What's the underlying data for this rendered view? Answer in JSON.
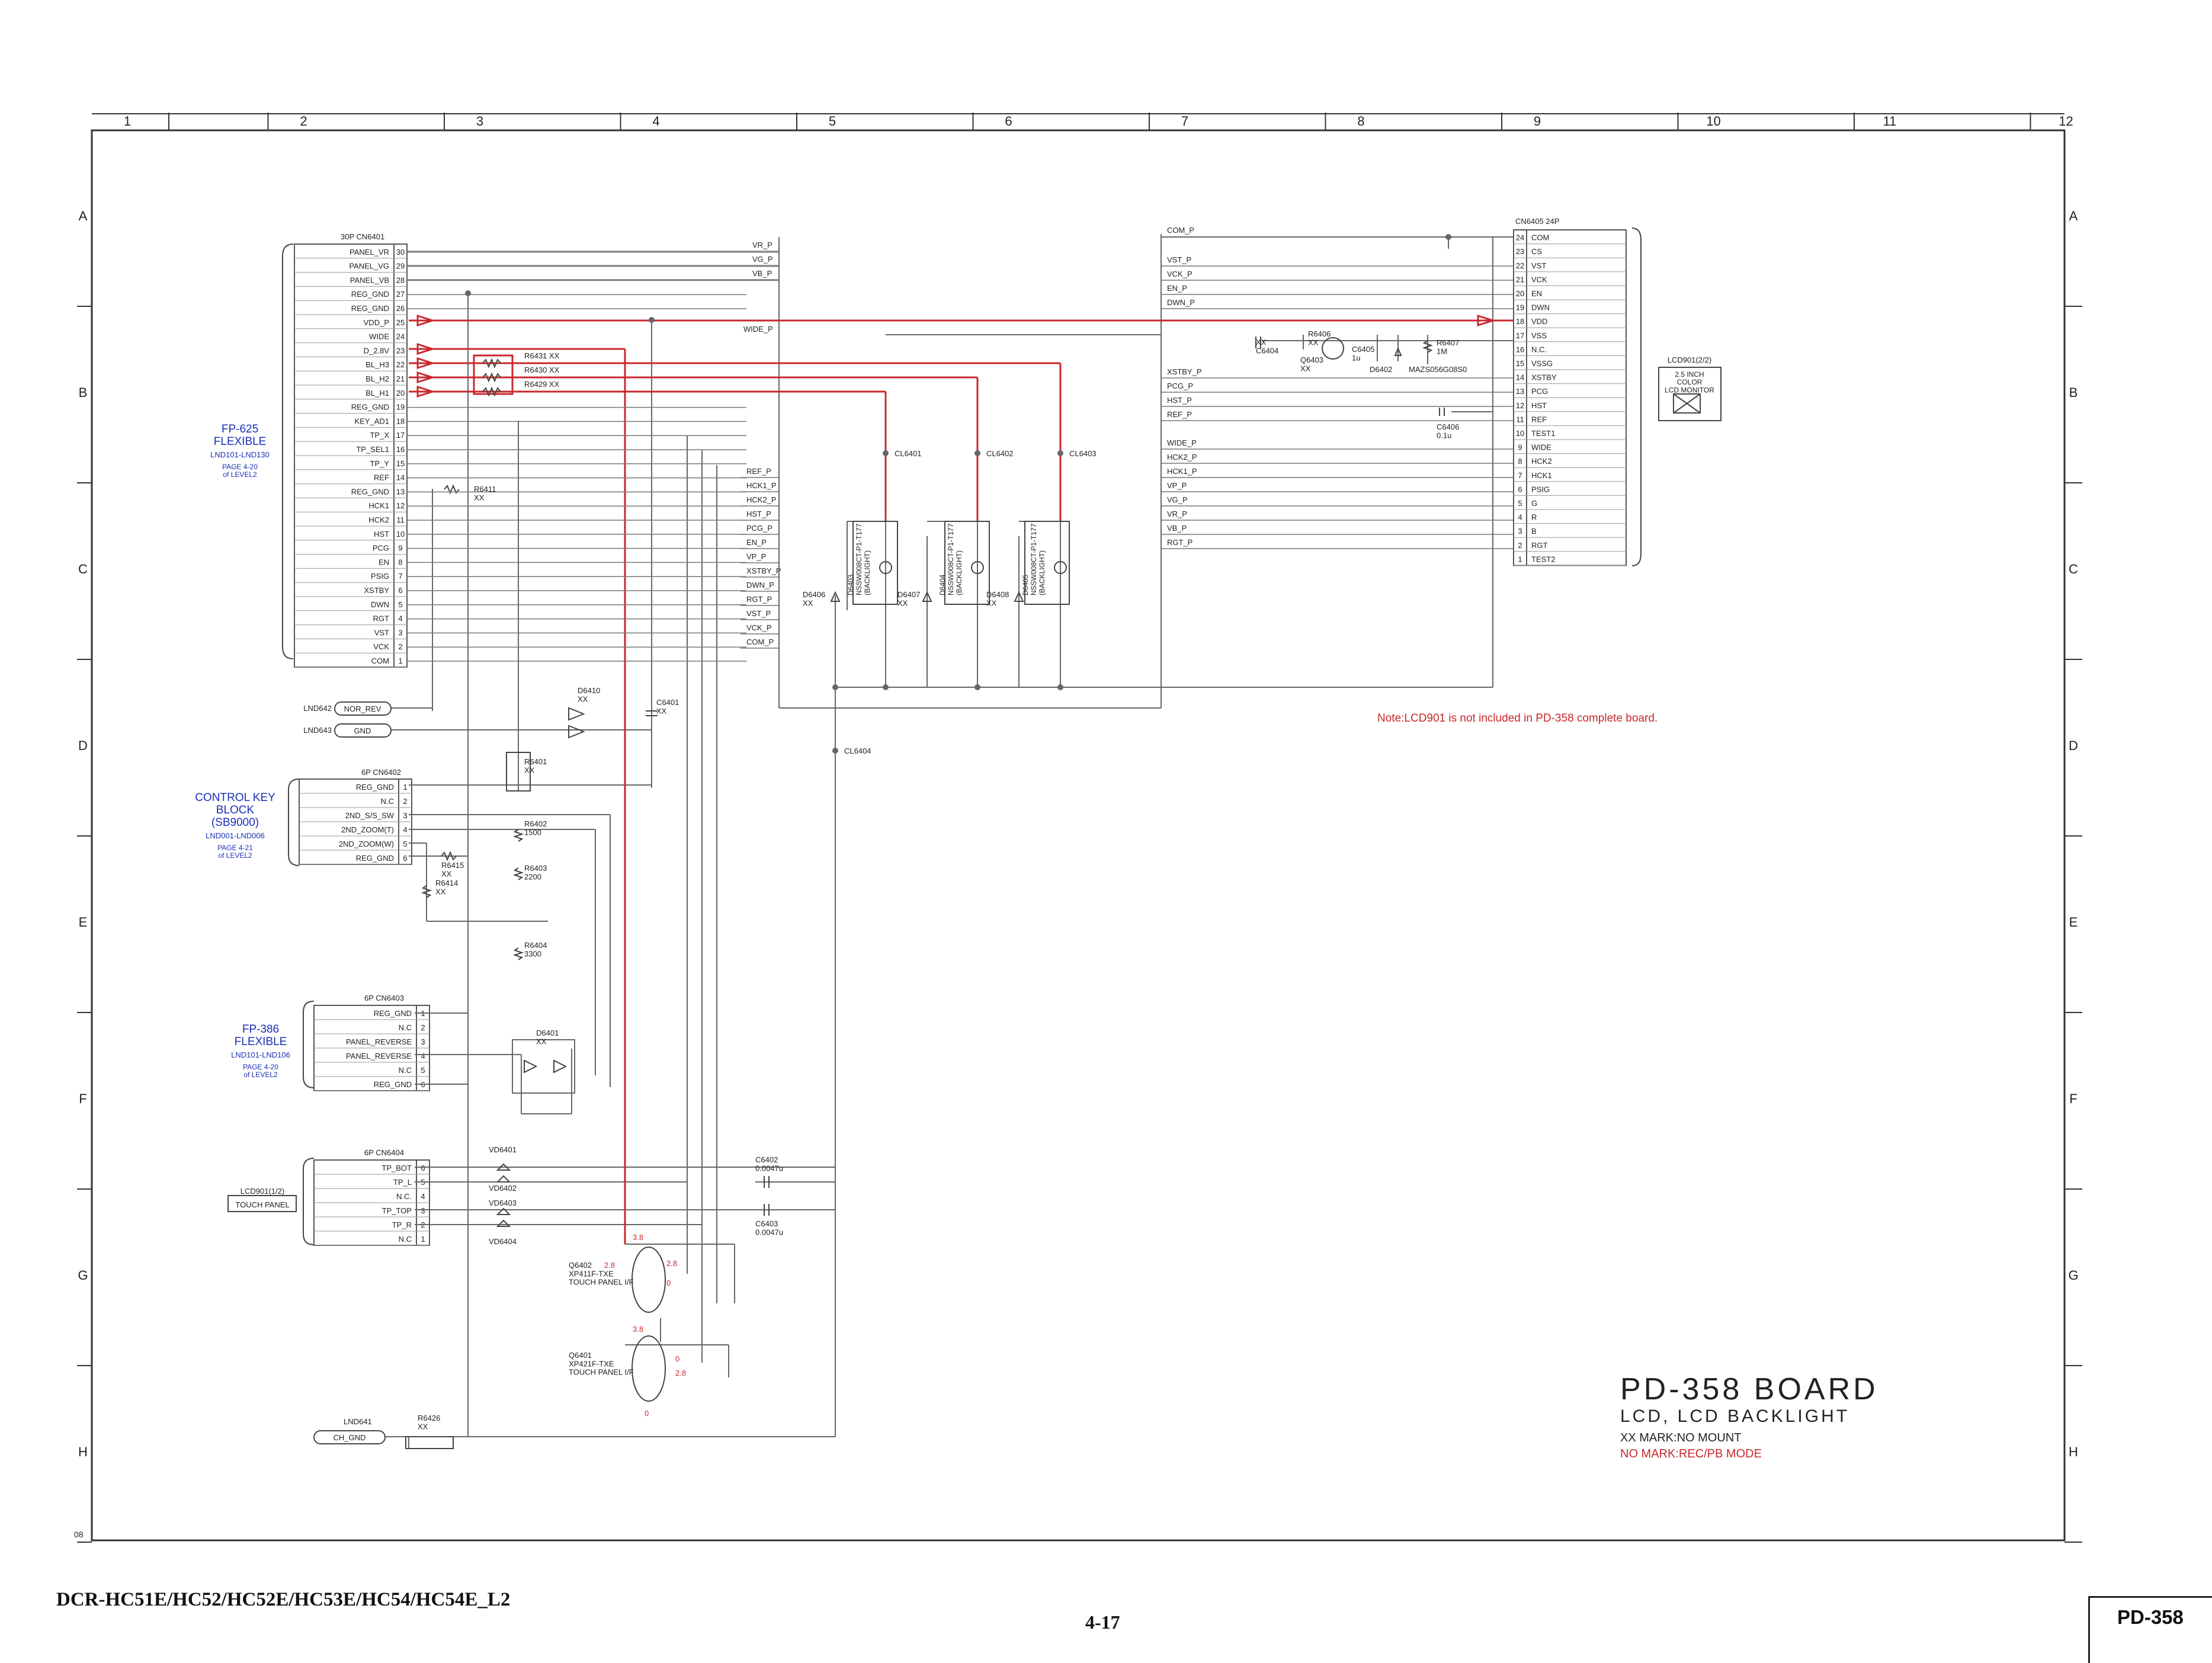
{
  "drawing": {
    "columns": [
      "1",
      "2",
      "3",
      "4",
      "5",
      "6",
      "7",
      "8",
      "9",
      "10",
      "11",
      "12"
    ],
    "rows": [
      "A",
      "B",
      "C",
      "D",
      "E",
      "F",
      "G",
      "H"
    ],
    "sheet_code": "08"
  },
  "title_block": {
    "title": "PD-358 BOARD",
    "subtitle": "LCD, LCD BACKLIGHT",
    "note1": "XX MARK:NO MOUNT",
    "note2": "NO MARK:REC/PB MODE",
    "lcd_note": "Note:LCD901 is not included in PD-358 complete board."
  },
  "footer": {
    "model": "DCR-HC51E/HC52/HC52E/HC53E/HC54/HC54E_L2",
    "page": "4-17",
    "board": "PD-358"
  },
  "cn6401": {
    "header": "30P CN6401",
    "block_label": "FP-625\nFLEXIBLE",
    "block_sub": "LND101-LND130",
    "block_ref": "PAGE 4-20\nof LEVEL2",
    "pins": [
      {
        "name": "PANEL_VR",
        "num": "30"
      },
      {
        "name": "PANEL_VG",
        "num": "29"
      },
      {
        "name": "PANEL_VB",
        "num": "28"
      },
      {
        "name": "REG_GND",
        "num": "27"
      },
      {
        "name": "REG_GND",
        "num": "26"
      },
      {
        "name": "VDD_P",
        "num": "25"
      },
      {
        "name": "WIDE",
        "num": "24"
      },
      {
        "name": "D_2.8V",
        "num": "23"
      },
      {
        "name": "BL_H3",
        "num": "22"
      },
      {
        "name": "BL_H2",
        "num": "21"
      },
      {
        "name": "BL_H1",
        "num": "20"
      },
      {
        "name": "REG_GND",
        "num": "19"
      },
      {
        "name": "KEY_AD1",
        "num": "18"
      },
      {
        "name": "TP_X",
        "num": "17"
      },
      {
        "name": "TP_SEL1",
        "num": "16"
      },
      {
        "name": "TP_Y",
        "num": "15"
      },
      {
        "name": "REF",
        "num": "14"
      },
      {
        "name": "REG_GND",
        "num": "13"
      },
      {
        "name": "HCK1",
        "num": "12"
      },
      {
        "name": "HCK2",
        "num": "11"
      },
      {
        "name": "HST",
        "num": "10"
      },
      {
        "name": "PCG",
        "num": "9"
      },
      {
        "name": "EN",
        "num": "8"
      },
      {
        "name": "PSIG",
        "num": "7"
      },
      {
        "name": "XSTBY",
        "num": "6"
      },
      {
        "name": "DWN",
        "num": "5"
      },
      {
        "name": "RGT",
        "num": "4"
      },
      {
        "name": "VST",
        "num": "3"
      },
      {
        "name": "VCK",
        "num": "2"
      },
      {
        "name": "COM",
        "num": "1"
      }
    ]
  },
  "cn6405": {
    "header": "CN6405 24P",
    "pins": [
      {
        "name": "COM",
        "num": "24"
      },
      {
        "name": "CS",
        "num": "23"
      },
      {
        "name": "VST",
        "num": "22"
      },
      {
        "name": "VCK",
        "num": "21"
      },
      {
        "name": "EN",
        "num": "20"
      },
      {
        "name": "DWN",
        "num": "19"
      },
      {
        "name": "VDD",
        "num": "18"
      },
      {
        "name": "VSS",
        "num": "17"
      },
      {
        "name": "N.C.",
        "num": "16"
      },
      {
        "name": "VSSG",
        "num": "15"
      },
      {
        "name": "XSTBY",
        "num": "14"
      },
      {
        "name": "PCG",
        "num": "13"
      },
      {
        "name": "HST",
        "num": "12"
      },
      {
        "name": "REF",
        "num": "11"
      },
      {
        "name": "TEST1",
        "num": "10"
      },
      {
        "name": "WIDE",
        "num": "9"
      },
      {
        "name": "HCK2",
        "num": "8"
      },
      {
        "name": "HCK1",
        "num": "7"
      },
      {
        "name": "PSIG",
        "num": "6"
      },
      {
        "name": "G",
        "num": "5"
      },
      {
        "name": "R",
        "num": "4"
      },
      {
        "name": "B",
        "num": "3"
      },
      {
        "name": "RGT",
        "num": "2"
      },
      {
        "name": "TEST2",
        "num": "1"
      }
    ]
  },
  "mid_nets": {
    "top": [
      "VR_P",
      "VG_P",
      "VB_P"
    ],
    "wide": "WIDE_P",
    "lower": [
      "REF_P",
      "HCK1_P",
      "HCK2_P",
      "HST_P",
      "PCG_P",
      "EN_P",
      "VP_P",
      "XSTBY_P",
      "DWN_P",
      "RGT_P",
      "VST_P",
      "VCK_P",
      "COM_P"
    ]
  },
  "right_nets": {
    "top": [
      "COM_P",
      "VST_P",
      "VCK_P",
      "EN_P",
      "DWN_P"
    ],
    "lower": [
      "XSTBY_P",
      "PCG_P",
      "HST_P",
      "REF_P",
      "WIDE_P",
      "HCK2_P",
      "HCK1_P",
      "VP_P",
      "VG_P",
      "VR_P",
      "VB_P",
      "RGT_P"
    ]
  },
  "cn6402": {
    "header": "6P CN6402",
    "block_label": "CONTROL KEY\nBLOCK\n(SB9000)",
    "block_sub": "LND001-LND006",
    "block_ref": "PAGE 4-21\nof LEVEL2",
    "pins": [
      {
        "name": "REG_GND",
        "num": "1"
      },
      {
        "name": "N.C",
        "num": "2"
      },
      {
        "name": "2ND_S/S_SW",
        "num": "3"
      },
      {
        "name": "2ND_ZOOM(T)",
        "num": "4"
      },
      {
        "name": "2ND_ZOOM(W)",
        "num": "5"
      },
      {
        "name": "REG_GND",
        "num": "6"
      }
    ]
  },
  "cn6403": {
    "header": "6P CN6403",
    "block_label": "FP-386\nFLEXIBLE",
    "block_sub": "LND101-LND106",
    "block_ref": "PAGE 4-20\nof LEVEL2",
    "pins": [
      {
        "name": "REG_GND",
        "num": "1"
      },
      {
        "name": "N.C",
        "num": "2"
      },
      {
        "name": "PANEL_REVERSE",
        "num": "3"
      },
      {
        "name": "PANEL_REVERSE",
        "num": "4"
      },
      {
        "name": "N.C",
        "num": "5"
      },
      {
        "name": "REG_GND",
        "num": "6"
      }
    ]
  },
  "cn6404": {
    "header": "6P CN6404",
    "block_label": "LCD901(1/2)",
    "block_sub": "TOUCH PANEL",
    "pins": [
      {
        "name": "TP_BOT",
        "num": "6"
      },
      {
        "name": "TP_L",
        "num": "5"
      },
      {
        "name": "N.C.",
        "num": "4"
      },
      {
        "name": "TP_TOP",
        "num": "3"
      },
      {
        "name": "TP_R",
        "num": "2"
      },
      {
        "name": "N.C",
        "num": "1"
      }
    ]
  },
  "lands": {
    "lnd642": "LND642",
    "nor_rev": "NOR_REV",
    "lnd643": "LND643",
    "gnd": "GND",
    "lnd641": "LND641",
    "ch_gnd": "CH_GND"
  },
  "lcd901": {
    "label": "LCD901(2/2)",
    "text": "2.5 INCH\nCOLOR\nLCD MONITOR"
  },
  "parts": {
    "r6431": "R6431 XX",
    "r6430": "R6430 XX",
    "r6429": "R6429 XX",
    "r6411": "R6411\nXX",
    "d6410": "D6410\nXX",
    "c6401": "C6401\nXX",
    "r6401": "R6401\nXX",
    "r6402": "R6402\n1500",
    "r6403": "R6403\n2200",
    "r6404": "R6404\n3300",
    "r6415": "R6415\nXX",
    "r6414": "R6414\nXX",
    "d6401": "D6401\nXX",
    "vd6401": "VD6401",
    "vd6402": "VD6402",
    "vd6403": "VD6403",
    "vd6404": "VD6404",
    "c6402": "C6402\n0.0047u",
    "c6403": "C6403\n0.0047u",
    "q6402": "Q6402\nXP411F-TXE\nTOUCH PANEL I/F",
    "q6401": "Q6401\nXP421F-TXE\nTOUCH PANEL I/F",
    "r6426": "R6426\nXX",
    "cl6401": "CL6401",
    "cl6402": "CL6402",
    "cl6403": "CL6403",
    "cl6404": "CL6404",
    "d6406": "D6406\nXX",
    "d6407": "D6407\nXX",
    "d6408": "D6408\nXX",
    "d6403": "D6403\nNSSW008CT-P1-T177\n(BACKLIGHT)",
    "d6404": "D6404\nNSSW008CT-P1-T177\n(BACKLIGHT)",
    "d6405": "D6405\nNSSW008CT-P1-T177\n(BACKLIGHT)",
    "c6404": "XX\nC6404",
    "r6406": "R6406\nXX",
    "q6403": "Q6403\nXX",
    "c6405": "C6405\n1u",
    "d6402": "D6402",
    "d6402_part": "MAZS056G08S0",
    "r6407": "R6407\n1M",
    "c6406": "C6406\n0.1u"
  },
  "voltages": {
    "q6402_in": "3.8",
    "q6402_4": "2.8",
    "q6402_3": "2.8",
    "q6402_5": "0",
    "q6401_in": "3.8",
    "q6401_3": "0",
    "q6401_4": "2.8",
    "q6401_5": "0"
  },
  "colors": {
    "signal": "#c8282d",
    "line": "#555555",
    "text": "#222222",
    "block": "#1a2fb8",
    "frame": "#333333"
  }
}
